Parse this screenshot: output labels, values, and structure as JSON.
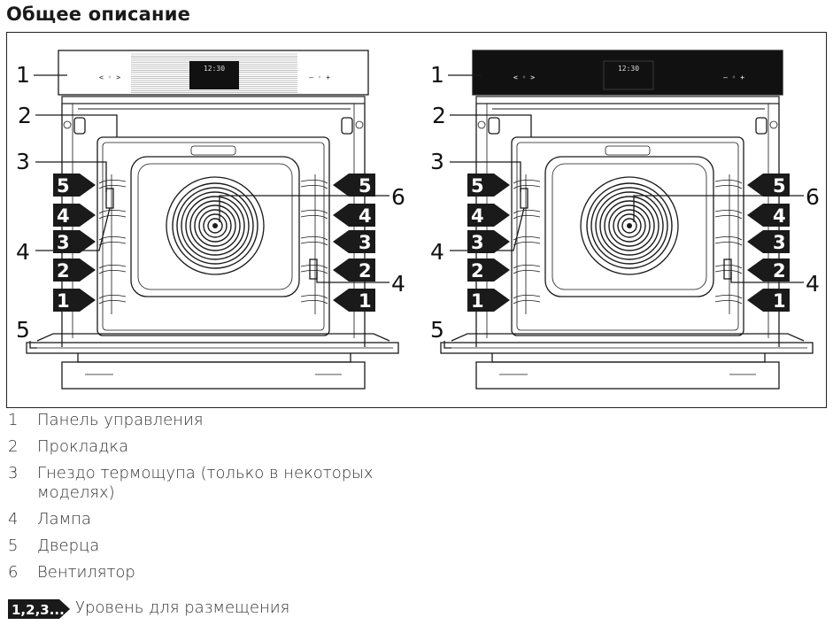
{
  "title": "Общее описание",
  "figure": {
    "callouts": [
      "1",
      "2",
      "3",
      "4",
      "5",
      "6"
    ],
    "shelf_levels": [
      "5",
      "4",
      "3",
      "2",
      "1"
    ],
    "display_time": "12:30",
    "panel_left_symbols": "< ◦ >",
    "panel_right_symbols": "– ◦ +"
  },
  "legend": [
    {
      "num": "1",
      "text": "Панель управления"
    },
    {
      "num": "2",
      "text": "Прокладка"
    },
    {
      "num": "3",
      "text": "Гнездо термощупа (только в некоторых моделях)"
    },
    {
      "num": "4",
      "text": "Лампа"
    },
    {
      "num": "5",
      "text": "Дверца"
    },
    {
      "num": "6",
      "text": "Вентилятор"
    }
  ],
  "levels_badge": "1,2,3...",
  "levels_text": "Уровень для размещения",
  "colors": {
    "ink": "#1a1a1a",
    "panel_dark": "#111111",
    "badge": "#1a1a1a"
  }
}
